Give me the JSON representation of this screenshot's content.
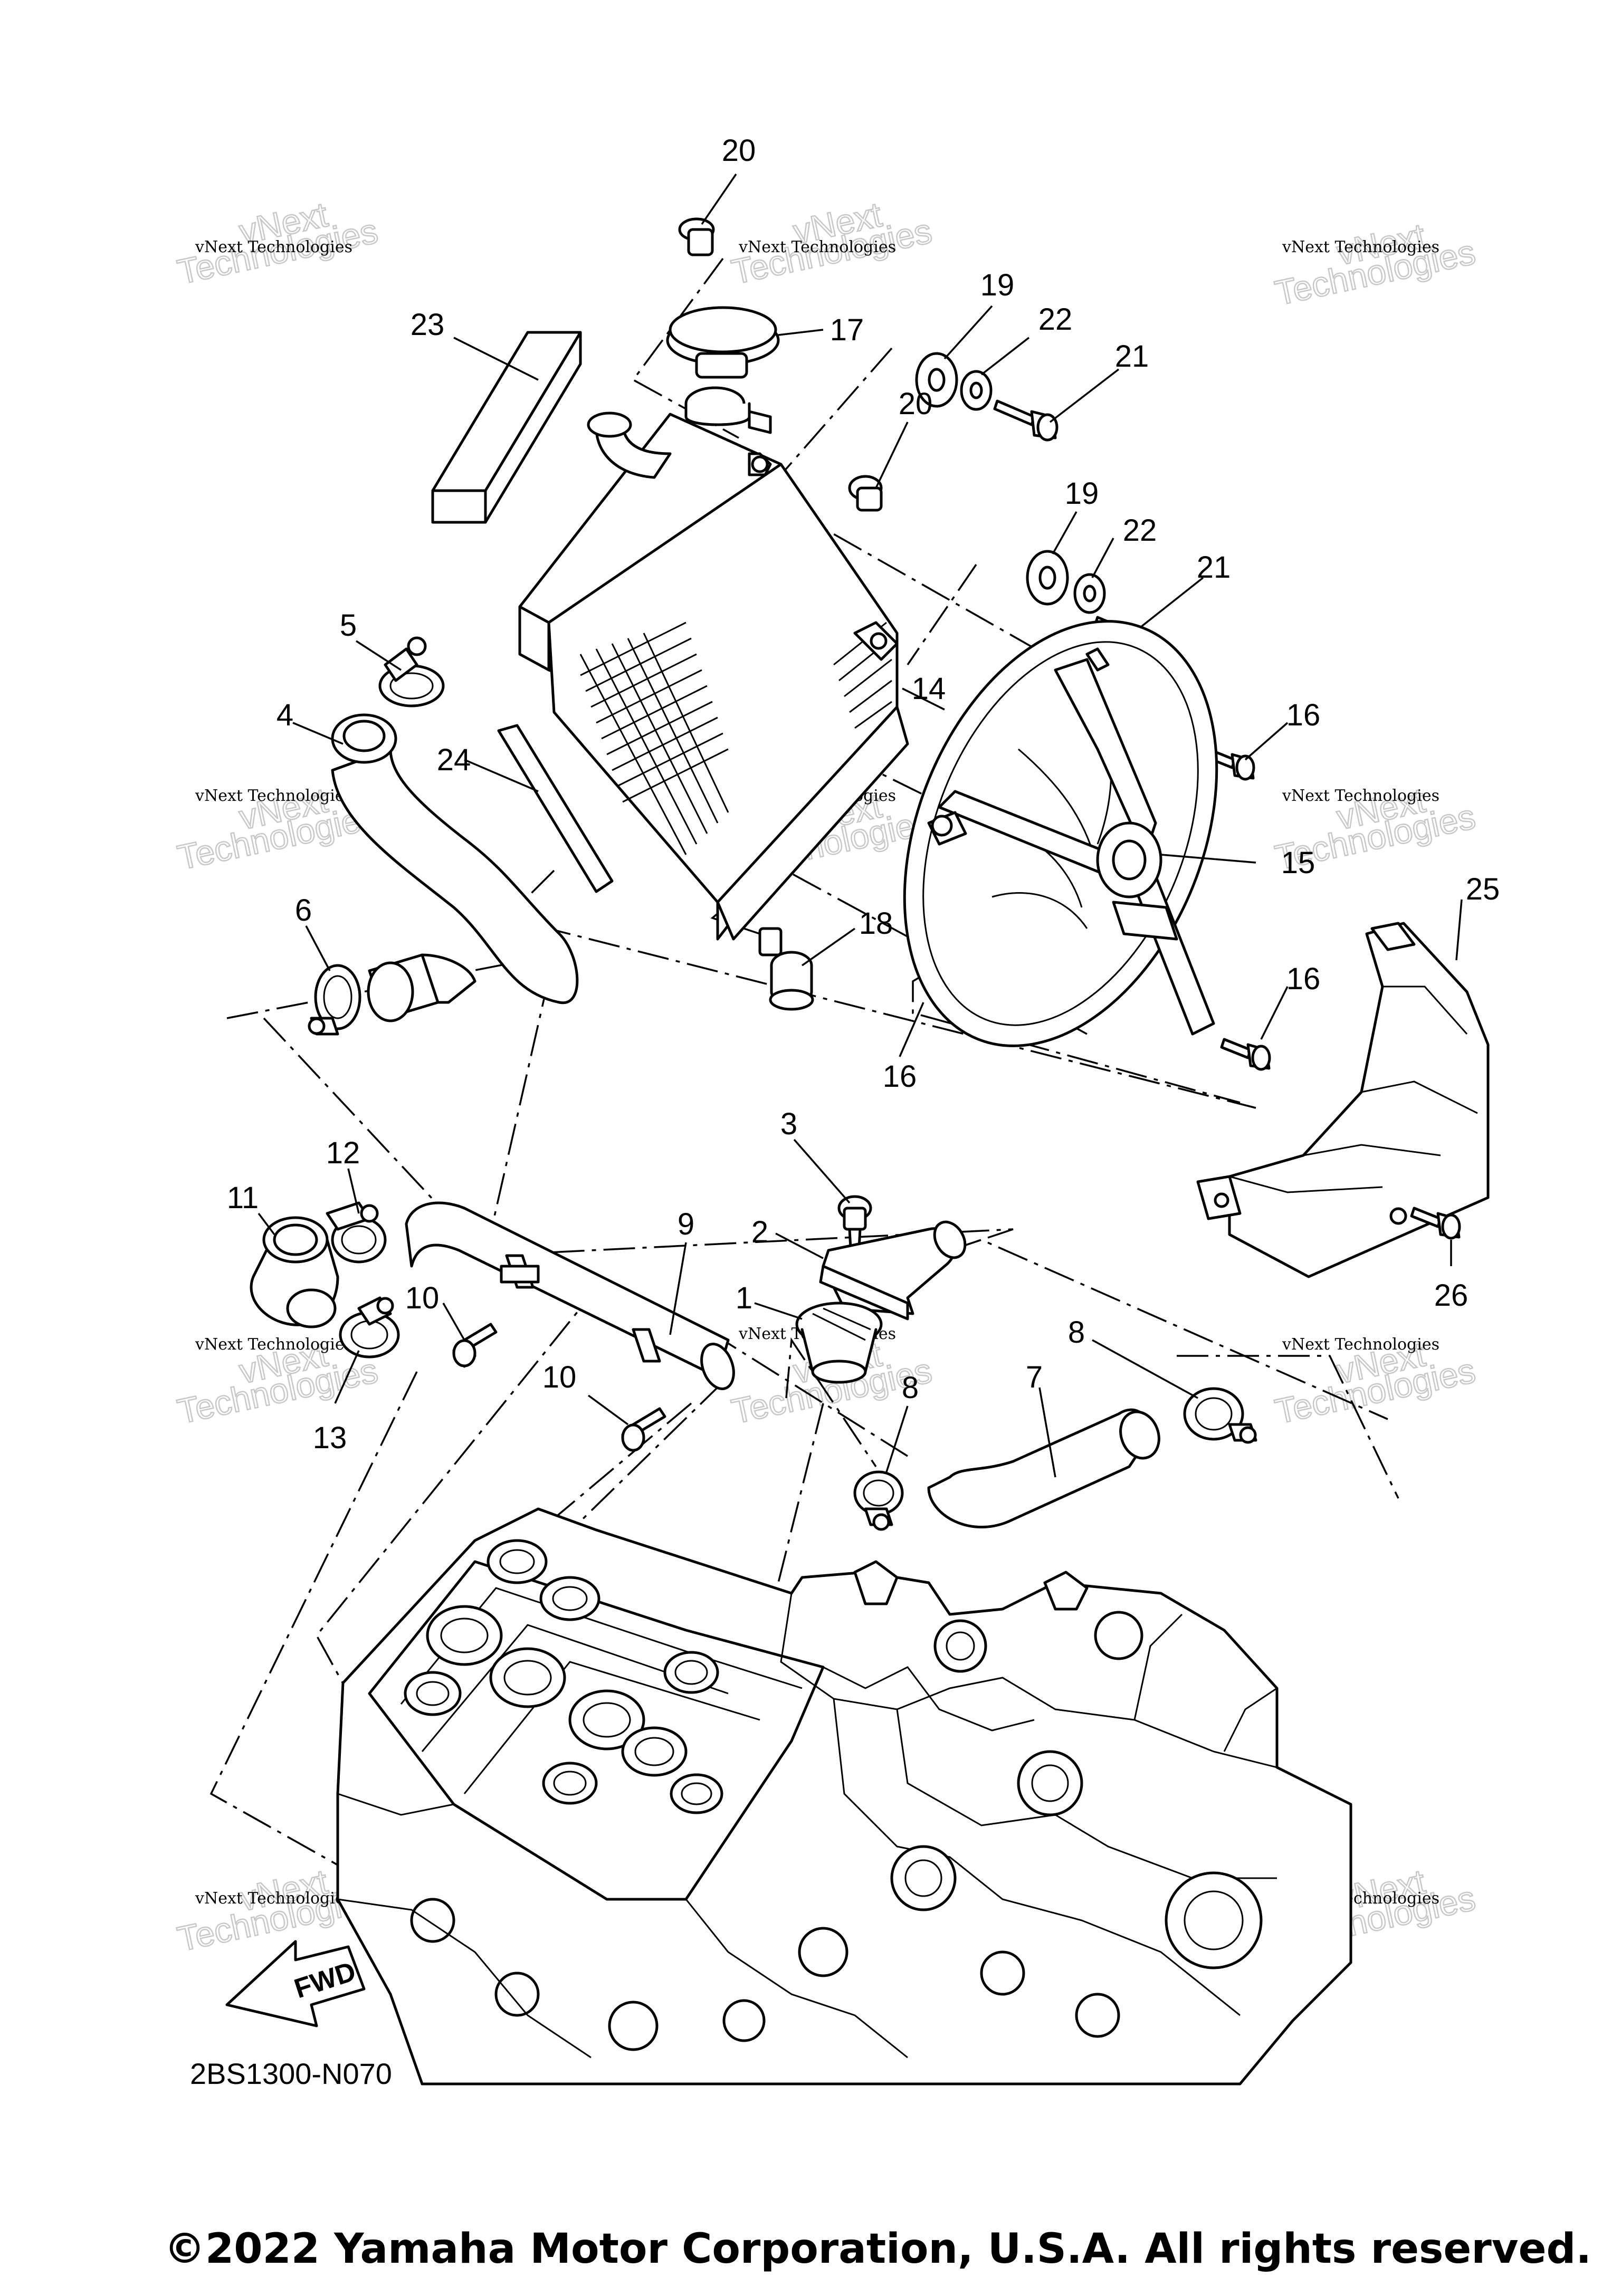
{
  "diagram": {
    "callouts": [
      {
        "id": "20a",
        "label": "20"
      },
      {
        "id": "17",
        "label": "17"
      },
      {
        "id": "19a",
        "label": "19"
      },
      {
        "id": "22a",
        "label": "22"
      },
      {
        "id": "21a",
        "label": "21"
      },
      {
        "id": "20b",
        "label": "20"
      },
      {
        "id": "23",
        "label": "23"
      },
      {
        "id": "19b",
        "label": "19"
      },
      {
        "id": "22b",
        "label": "22"
      },
      {
        "id": "21b",
        "label": "21"
      },
      {
        "id": "5",
        "label": "5"
      },
      {
        "id": "14",
        "label": "14"
      },
      {
        "id": "4",
        "label": "4"
      },
      {
        "id": "16a",
        "label": "16"
      },
      {
        "id": "24",
        "label": "24"
      },
      {
        "id": "15",
        "label": "15"
      },
      {
        "id": "25",
        "label": "25"
      },
      {
        "id": "6",
        "label": "6"
      },
      {
        "id": "18",
        "label": "18"
      },
      {
        "id": "16b",
        "label": "16"
      },
      {
        "id": "16c",
        "label": "16"
      },
      {
        "id": "3",
        "label": "3"
      },
      {
        "id": "12",
        "label": "12"
      },
      {
        "id": "11",
        "label": "11"
      },
      {
        "id": "2",
        "label": "2"
      },
      {
        "id": "9",
        "label": "9"
      },
      {
        "id": "26",
        "label": "26"
      },
      {
        "id": "1",
        "label": "1"
      },
      {
        "id": "10a",
        "label": "10"
      },
      {
        "id": "8a",
        "label": "8"
      },
      {
        "id": "7",
        "label": "7"
      },
      {
        "id": "13",
        "label": "13"
      },
      {
        "id": "10b",
        "label": "10"
      },
      {
        "id": "8b",
        "label": "8"
      }
    ],
    "watermark_line1": "vNext Technologies",
    "watermark_line2": "Technologies",
    "watermark_line3": "vNext",
    "fwd_label": "FWD",
    "diagram_code": "2BS1300-N070",
    "copyright": "©2022 Yamaha Motor Corporation, U.S.A. All rights reserved."
  },
  "colors": {
    "line": "#000000",
    "background": "#ffffff",
    "watermark_outline": "#c8c8c8"
  },
  "icons": [
    "fwd-arrow-icon"
  ]
}
